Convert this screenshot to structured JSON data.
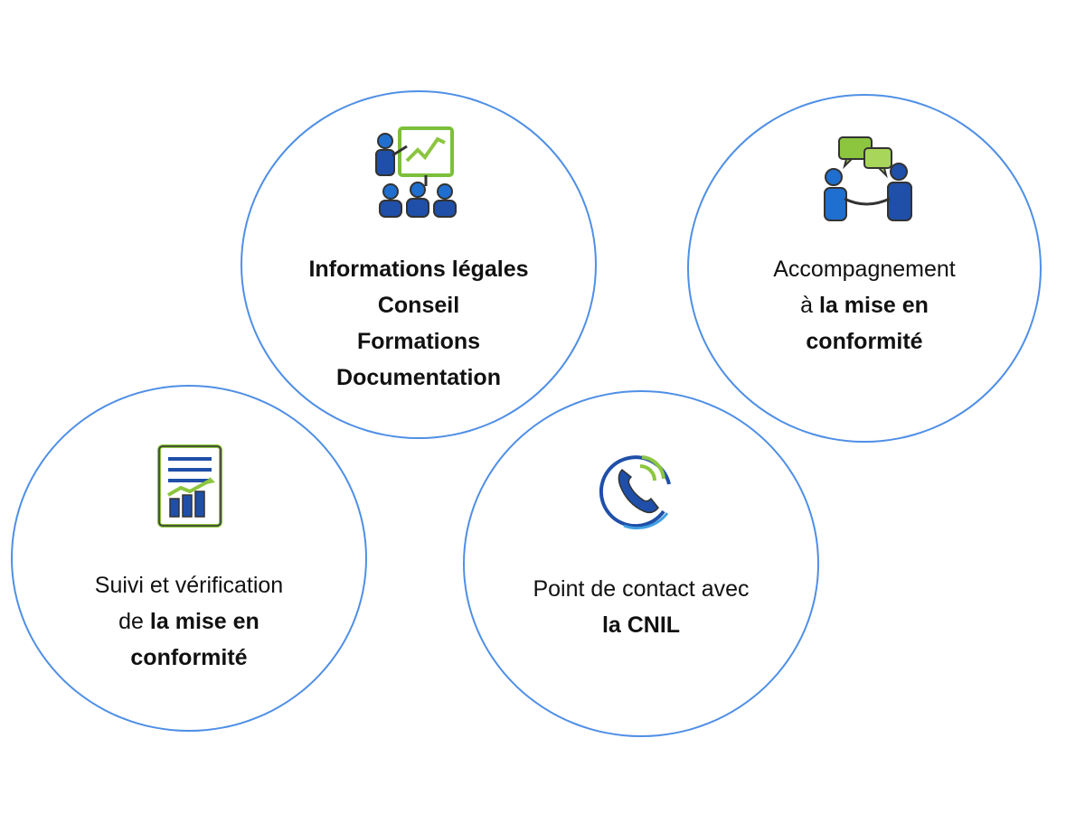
{
  "services": [
    {
      "id": "info",
      "icon": "presentation-icon",
      "lines": [
        [
          {
            "text": "Informations légales",
            "bold": true
          }
        ],
        [
          {
            "text": "Conseil",
            "bold": true
          }
        ],
        [
          {
            "text": "Formations",
            "bold": true
          }
        ],
        [
          {
            "text": "Documentation",
            "bold": true
          }
        ]
      ]
    },
    {
      "id": "accompagnement",
      "icon": "discussion-people-icon",
      "lines": [
        [
          {
            "text": "Accompagnement",
            "bold": false
          }
        ],
        [
          {
            "text": "à ",
            "bold": false
          },
          {
            "text": "la mise en",
            "bold": true
          }
        ],
        [
          {
            "text": "conformité",
            "bold": true
          }
        ]
      ]
    },
    {
      "id": "suivi",
      "icon": "report-chart-icon",
      "lines": [
        [
          {
            "text": "Suivi et vérification",
            "bold": false
          }
        ],
        [
          {
            "text": "de ",
            "bold": false
          },
          {
            "text": "la mise en",
            "bold": true
          }
        ],
        [
          {
            "text": "conformité",
            "bold": true
          }
        ]
      ]
    },
    {
      "id": "contact",
      "icon": "phone-call-icon",
      "lines": [
        [
          {
            "text": "Point de contact avec",
            "bold": false
          }
        ],
        [
          {
            "text": "la CNIL",
            "bold": true
          }
        ]
      ]
    }
  ],
  "colors": {
    "circle_border": "#4f8fe6",
    "icon_blue": "#1f4fa8",
    "icon_green": "#8cc63f",
    "text": "#111111"
  }
}
